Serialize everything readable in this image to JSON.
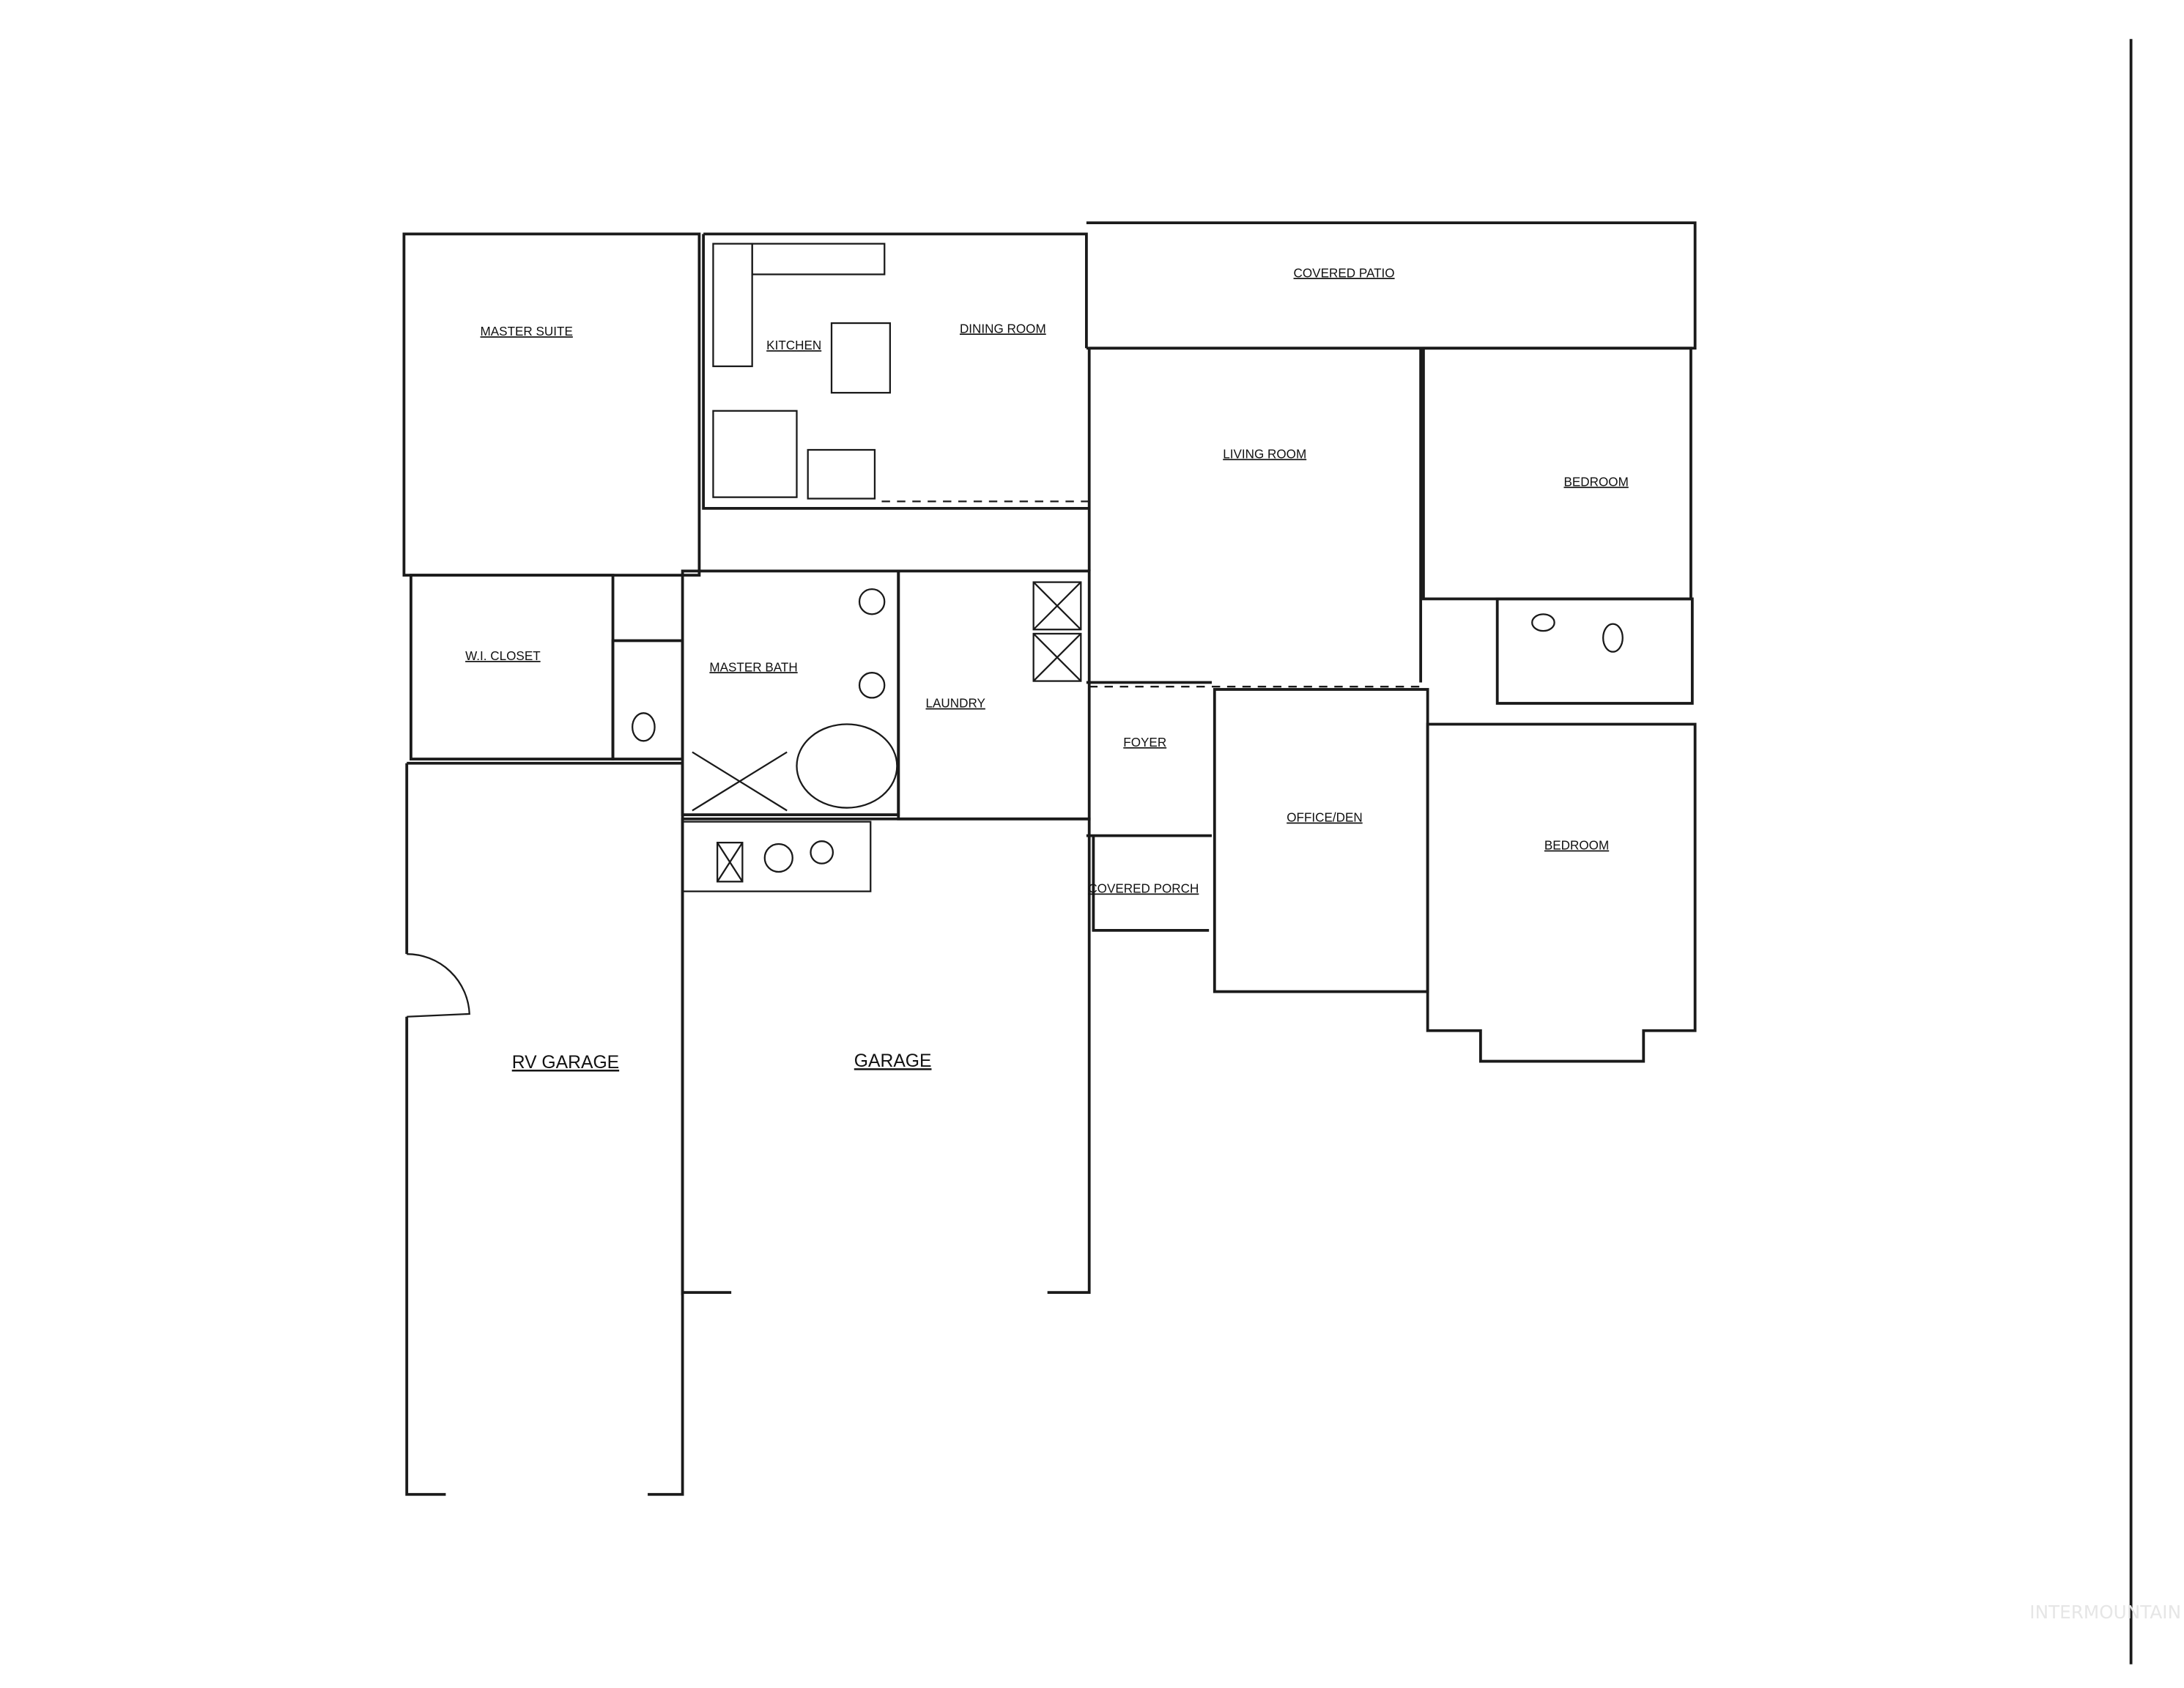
{
  "floor_plan": {
    "rooms": {
      "master_suite": "MASTER SUITE",
      "kitchen": "KITCHEN",
      "dining_room": "DINING ROOM",
      "covered_patio": "COVERED PATIO",
      "living_room": "LIVING ROOM",
      "bedroom_1": "BEDROOM",
      "wi_closet": "W.I. CLOSET",
      "master_bath": "MASTER BATH",
      "laundry": "LAUNDRY",
      "foyer": "FOYER",
      "office_den": "OFFICE/DEN",
      "bedroom_2": "BEDROOM",
      "covered_porch": "COVERED PORCH",
      "rv_garage": "RV GARAGE",
      "garage": "GARAGE"
    },
    "watermark": "INTERMOUNTAIN"
  }
}
